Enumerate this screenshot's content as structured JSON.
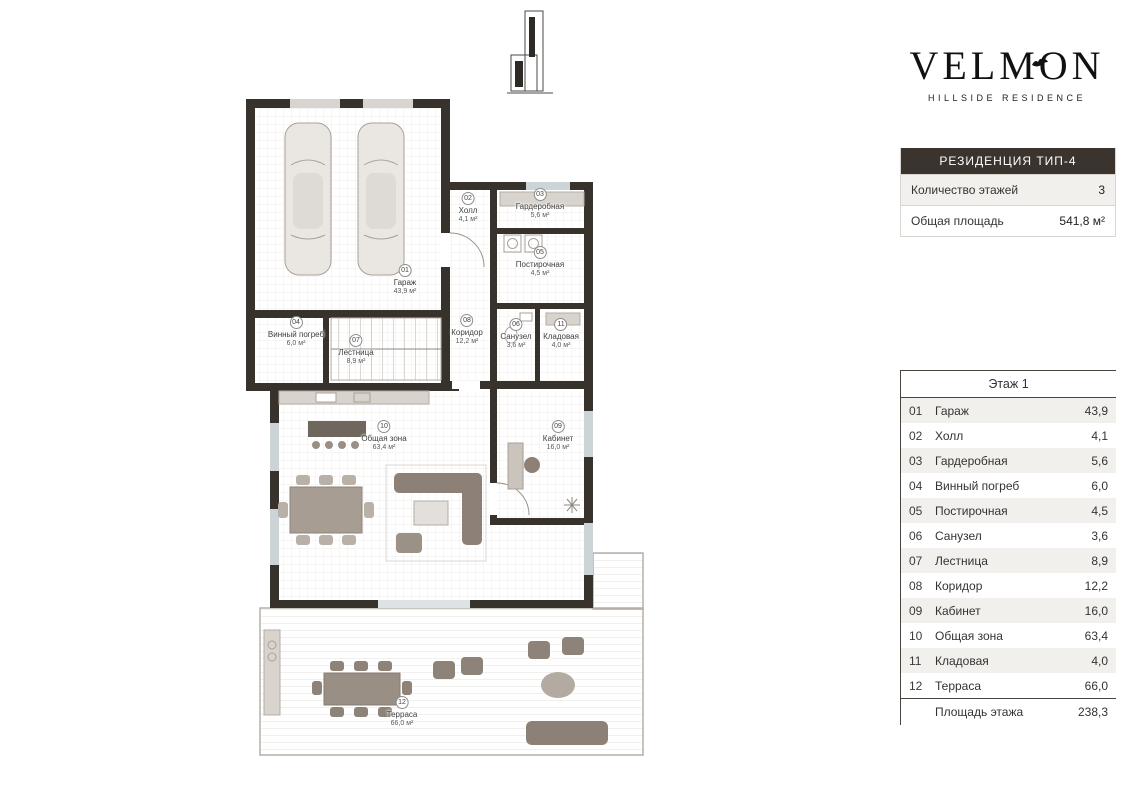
{
  "logo": {
    "title": "VELMON",
    "subtitle": "HILLSIDE RESIDENCE"
  },
  "info": {
    "header": "РЕЗИДЕНЦИЯ ТИП-4",
    "floors_label": "Количество этажей",
    "floors_value": "3",
    "area_label": "Общая площадь",
    "area_value": "541,8 м²"
  },
  "legend": {
    "title": "Этаж 1",
    "total_label": "Площадь этажа",
    "total_value": "238,3"
  },
  "rooms": [
    {
      "num": "01",
      "name": "Гараж",
      "area": "43,9",
      "area_m2": "43,9 м²"
    },
    {
      "num": "02",
      "name": "Холл",
      "area": "4,1",
      "area_m2": "4,1 м²"
    },
    {
      "num": "03",
      "name": "Гардеробная",
      "area": "5,6",
      "area_m2": "5,6 м²"
    },
    {
      "num": "04",
      "name": "Винный погреб",
      "area": "6,0",
      "area_m2": "6,0 м²"
    },
    {
      "num": "05",
      "name": "Постирочная",
      "area": "4,5",
      "area_m2": "4,5 м²"
    },
    {
      "num": "06",
      "name": "Санузел",
      "area": "3,6",
      "area_m2": "3,6 м²"
    },
    {
      "num": "07",
      "name": "Лестница",
      "area": "8,9",
      "area_m2": "8,9 м²"
    },
    {
      "num": "08",
      "name": "Коридор",
      "area": "12,2",
      "area_m2": "12,2 м²"
    },
    {
      "num": "09",
      "name": "Кабинет",
      "area": "16,0",
      "area_m2": "16,0 м²"
    },
    {
      "num": "10",
      "name": "Общая зона",
      "area": "63,4",
      "area_m2": "63,4 м²"
    },
    {
      "num": "11",
      "name": "Кладовая",
      "area": "4,0",
      "area_m2": "4,0 м²"
    },
    {
      "num": "12",
      "name": "Терраса",
      "area": "66,0",
      "area_m2": "66,0 м²"
    }
  ],
  "colors": {
    "wall": "#38322c",
    "header_bg": "#3a332e",
    "stripe": "#f2f0ed",
    "furniture": "#8d8177",
    "deck_line": "#e6e2dd"
  }
}
